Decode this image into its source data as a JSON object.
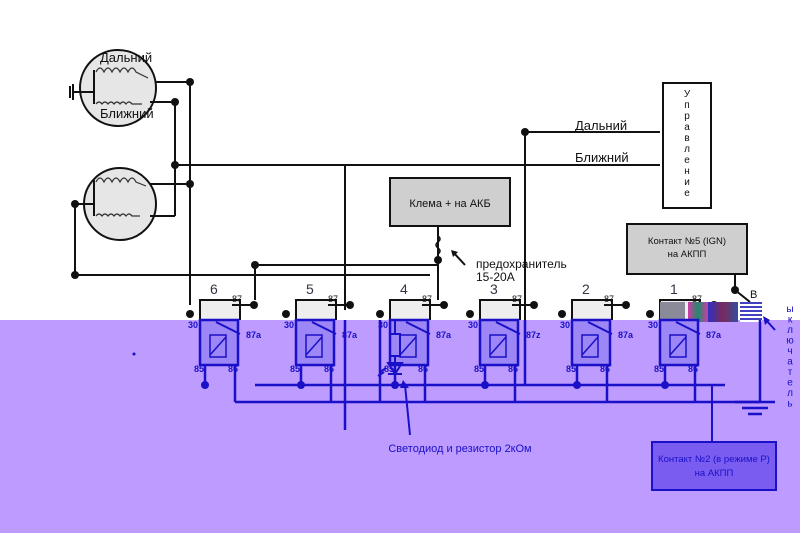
{
  "lamps": {
    "high_beam_label": "Дальний",
    "low_beam_label": "Ближний"
  },
  "lines": {
    "high_beam_label": "Дальний",
    "low_beam_label": "Ближний"
  },
  "control_box": {
    "label_letters": [
      "У",
      "п",
      "р",
      "а",
      "в",
      "л",
      "е",
      "н",
      "и",
      "е"
    ]
  },
  "battery_box": {
    "label": "Клема + на АКБ"
  },
  "fuse": {
    "label_line1": "предохранитель",
    "label_line2": "15-20А"
  },
  "ign_box": {
    "label_line1": "Контакт №5 (IGN)",
    "label_line2": "на АКПП"
  },
  "park_box": {
    "label_line1": "Контакт №2 (в режиме Р)",
    "label_line2": "на АКПП"
  },
  "switch": {
    "letter_top": "В",
    "letters": [
      "ы",
      "к",
      "л",
      "ю",
      "ч",
      "а",
      "т",
      "е",
      "л",
      "ь"
    ]
  },
  "led_caption": "Светодиод и резистор 2кОм",
  "relays": [
    {
      "number": "6",
      "pin87": "87",
      "pin30": "30",
      "pin87a": "87a",
      "pin85": "85",
      "pin86": "86"
    },
    {
      "number": "5",
      "pin87": "87",
      "pin30": "30",
      "pin87a": "87a",
      "pin85": "85",
      "pin86": "86"
    },
    {
      "number": "4",
      "pin87": "87",
      "pin30": "30",
      "pin87a": "87a",
      "pin85": "85",
      "pin86": "86"
    },
    {
      "number": "3",
      "pin87": "87",
      "pin30": "30",
      "pin87a": "87z",
      "pin85": "85",
      "pin86": "86"
    },
    {
      "number": "2",
      "pin87": "87",
      "pin30": "30",
      "pin87a": "87a",
      "pin85": "85",
      "pin86": "86"
    },
    {
      "number": "1",
      "pin87": "87",
      "pin30": "30",
      "pin87a": "87a",
      "pin85": "85",
      "pin86": "86"
    }
  ],
  "colors": {
    "ink": "#111111",
    "overlay": "#bd9bff",
    "overlay_ink": "#1a10c8",
    "box_fill": "#c8c8c8",
    "relay_fill": "#eeeeee"
  }
}
